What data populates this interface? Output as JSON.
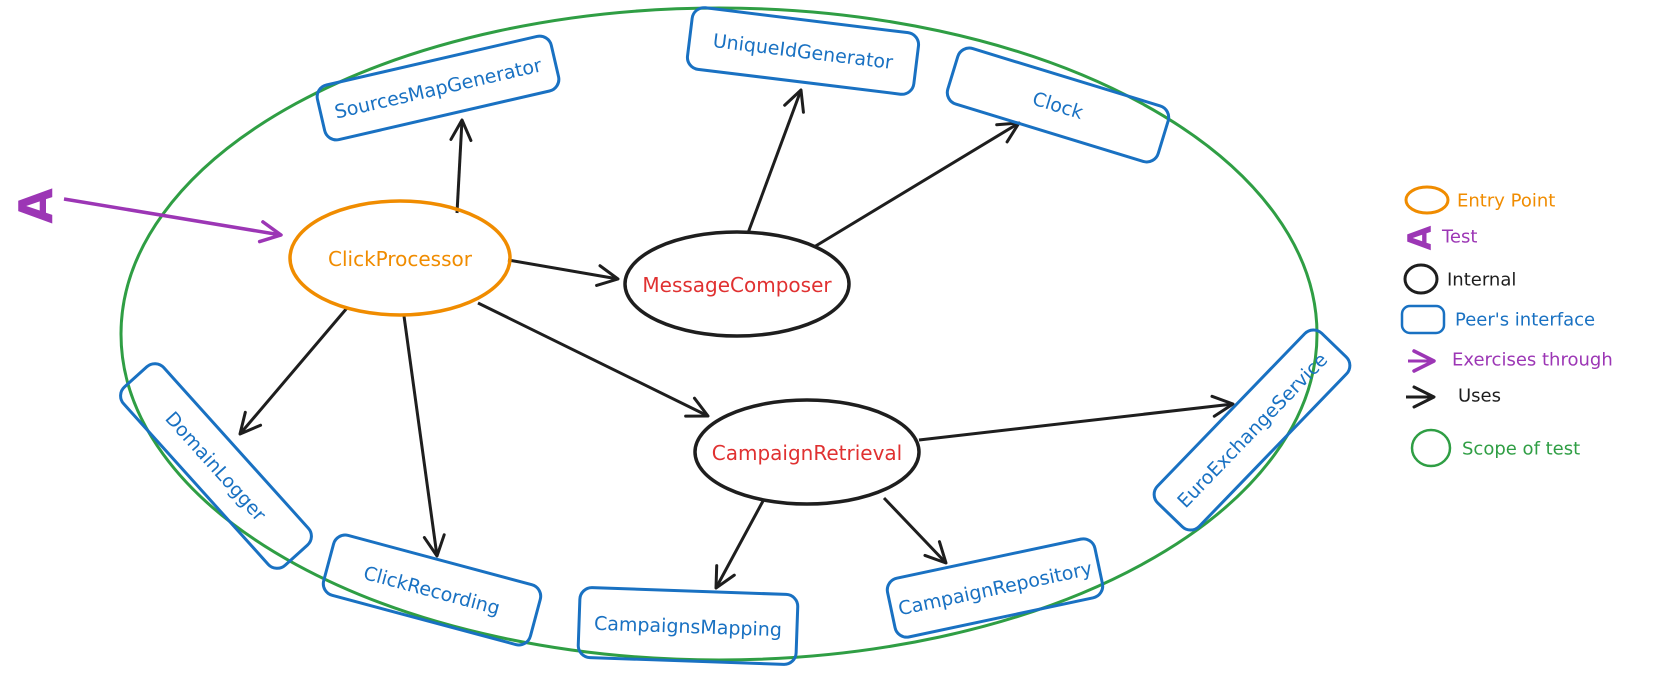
{
  "diagram": {
    "title_hint": "test scope dependency diagram",
    "nodes": [
      {
        "label": "ClickProcessor",
        "type": "entry-point"
      },
      {
        "label": "MessageComposer",
        "type": "internal"
      },
      {
        "label": "CampaignRetrieval",
        "type": "internal"
      },
      {
        "label": "SourcesMapGenerator",
        "type": "peer-interface"
      },
      {
        "label": "UniqueIdGenerator",
        "type": "peer-interface"
      },
      {
        "label": "Clock",
        "type": "peer-interface"
      },
      {
        "label": "DomainLogger",
        "type": "peer-interface"
      },
      {
        "label": "ClickRecording",
        "type": "peer-interface"
      },
      {
        "label": "CampaignsMapping",
        "type": "peer-interface"
      },
      {
        "label": "CampaignRepository",
        "type": "peer-interface"
      },
      {
        "label": "EuroExchangeService",
        "type": "peer-interface"
      }
    ],
    "test_marker": {
      "label": "A"
    },
    "edges": [
      {
        "from": "Test",
        "to": "ClickProcessor",
        "kind": "exercises-through"
      },
      {
        "from": "ClickProcessor",
        "to": "SourcesMapGenerator",
        "kind": "uses"
      },
      {
        "from": "ClickProcessor",
        "to": "MessageComposer",
        "kind": "uses"
      },
      {
        "from": "ClickProcessor",
        "to": "DomainLogger",
        "kind": "uses"
      },
      {
        "from": "ClickProcessor",
        "to": "ClickRecording",
        "kind": "uses"
      },
      {
        "from": "ClickProcessor",
        "to": "CampaignRetrieval",
        "kind": "uses"
      },
      {
        "from": "MessageComposer",
        "to": "UniqueIdGenerator",
        "kind": "uses"
      },
      {
        "from": "MessageComposer",
        "to": "Clock",
        "kind": "uses"
      },
      {
        "from": "CampaignRetrieval",
        "to": "CampaignsMapping",
        "kind": "uses"
      },
      {
        "from": "CampaignRetrieval",
        "to": "CampaignRepository",
        "kind": "uses"
      },
      {
        "from": "CampaignRetrieval",
        "to": "EuroExchangeService",
        "kind": "uses"
      }
    ]
  },
  "legend": {
    "items": [
      {
        "label": "Entry Point",
        "icon": "orange-ellipse-icon",
        "color": "#f08c00"
      },
      {
        "label": "Test",
        "icon": "test-a-icon",
        "color": "#9c36b5"
      },
      {
        "label": "Internal",
        "icon": "black-ellipse-icon",
        "color": "#1e1e1e"
      },
      {
        "label": "Peer's interface",
        "icon": "blue-rect-icon",
        "color": "#1971c2"
      },
      {
        "label": "Exercises through",
        "icon": "purple-arrow-icon",
        "color": "#9c36b5"
      },
      {
        "label": "Uses",
        "icon": "black-arrow-icon",
        "color": "#1e1e1e"
      },
      {
        "label": "Scope of test",
        "icon": "green-ellipse-icon",
        "color": "#2f9e44"
      }
    ]
  },
  "colors": {
    "entry_point": "#f08c00",
    "test": "#9c36b5",
    "internal_stroke": "#1e1e1e",
    "internal_label": "#e03131",
    "peer_interface": "#1971c2",
    "uses_arrow": "#1e1e1e",
    "exercises_arrow": "#9c36b5",
    "scope_of_test": "#2f9e44",
    "background": "#ffffff"
  }
}
